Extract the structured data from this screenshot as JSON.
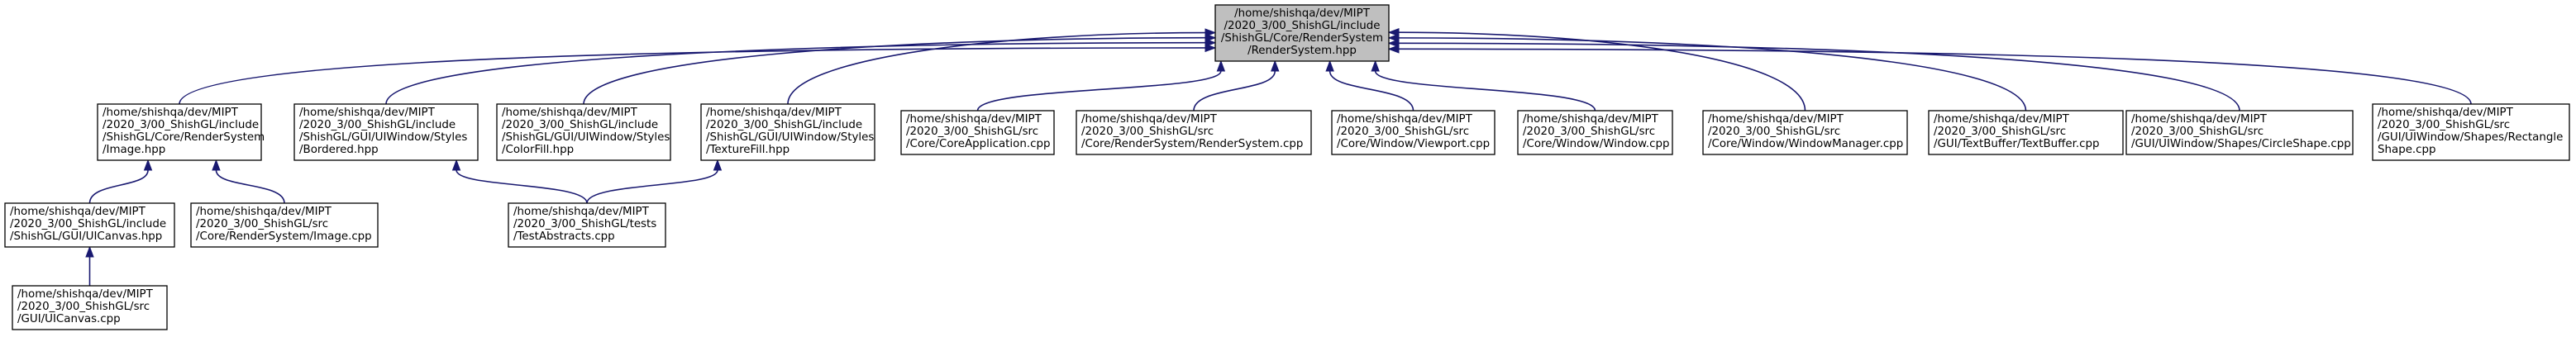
{
  "graph": {
    "edge_color": "#191970",
    "root_fill": "#bfbfbf",
    "node_fill": "#ffffff",
    "nodes": [
      {
        "id": "render_system_hpp",
        "root": true,
        "lines": [
          "/home/shishqa/dev/MIPT",
          "/2020_3/00_ShishGL/include",
          "/ShishGL/Core/RenderSystem",
          "/RenderSystem.hpp"
        ]
      },
      {
        "id": "image_hpp",
        "lines": [
          "/home/shishqa/dev/MIPT",
          "/2020_3/00_ShishGL/include",
          "/ShishGL/Core/RenderSystem",
          "/Image.hpp"
        ]
      },
      {
        "id": "bordered_hpp",
        "lines": [
          "/home/shishqa/dev/MIPT",
          "/2020_3/00_ShishGL/include",
          "/ShishGL/GUI/UIWindow/Styles",
          "/Bordered.hpp"
        ]
      },
      {
        "id": "colorfill_hpp",
        "lines": [
          "/home/shishqa/dev/MIPT",
          "/2020_3/00_ShishGL/include",
          "/ShishGL/GUI/UIWindow/Styles",
          "/ColorFill.hpp"
        ]
      },
      {
        "id": "texturefill_hpp",
        "lines": [
          "/home/shishqa/dev/MIPT",
          "/2020_3/00_ShishGL/include",
          "/ShishGL/GUI/UIWindow/Styles",
          "/TextureFill.hpp"
        ]
      },
      {
        "id": "coreapplication_cpp",
        "lines": [
          "/home/shishqa/dev/MIPT",
          "/2020_3/00_ShishGL/src",
          "/Core/CoreApplication.cpp"
        ]
      },
      {
        "id": "rendersystem_cpp",
        "lines": [
          "/home/shishqa/dev/MIPT",
          "/2020_3/00_ShishGL/src",
          "/Core/RenderSystem/RenderSystem.cpp"
        ]
      },
      {
        "id": "viewport_cpp",
        "lines": [
          "/home/shishqa/dev/MIPT",
          "/2020_3/00_ShishGL/src",
          "/Core/Window/Viewport.cpp"
        ]
      },
      {
        "id": "window_cpp",
        "lines": [
          "/home/shishqa/dev/MIPT",
          "/2020_3/00_ShishGL/src",
          "/Core/Window/Window.cpp"
        ]
      },
      {
        "id": "windowmanager_cpp",
        "lines": [
          "/home/shishqa/dev/MIPT",
          "/2020_3/00_ShishGL/src",
          "/Core/Window/WindowManager.cpp"
        ]
      },
      {
        "id": "textbuffer_cpp",
        "lines": [
          "/home/shishqa/dev/MIPT",
          "/2020_3/00_ShishGL/src",
          "/GUI/TextBuffer/TextBuffer.cpp"
        ]
      },
      {
        "id": "circleshape_cpp",
        "lines": [
          "/home/shishqa/dev/MIPT",
          "/2020_3/00_ShishGL/src",
          "/GUI/UIWindow/Shapes/CircleShape.cpp"
        ]
      },
      {
        "id": "rectangleshape_cpp",
        "lines": [
          "/home/shishqa/dev/MIPT",
          "/2020_3/00_ShishGL/src",
          "/GUI/UIWindow/Shapes/Rectangle",
          "Shape.cpp"
        ]
      },
      {
        "id": "uicanvas_hpp",
        "lines": [
          "/home/shishqa/dev/MIPT",
          "/2020_3/00_ShishGL/include",
          "/ShishGL/GUI/UICanvas.hpp"
        ]
      },
      {
        "id": "image_cpp",
        "lines": [
          "/home/shishqa/dev/MIPT",
          "/2020_3/00_ShishGL/src",
          "/Core/RenderSystem/Image.cpp"
        ]
      },
      {
        "id": "testabstracts_cpp",
        "lines": [
          "/home/shishqa/dev/MIPT",
          "/2020_3/00_ShishGL/tests",
          "/TestAbstracts.cpp"
        ]
      },
      {
        "id": "uicanvas_cpp",
        "lines": [
          "/home/shishqa/dev/MIPT",
          "/2020_3/00_ShishGL/src",
          "/GUI/UICanvas.cpp"
        ]
      }
    ],
    "edges": [
      {
        "from": "image_hpp",
        "to": "render_system_hpp"
      },
      {
        "from": "bordered_hpp",
        "to": "render_system_hpp"
      },
      {
        "from": "colorfill_hpp",
        "to": "render_system_hpp"
      },
      {
        "from": "texturefill_hpp",
        "to": "render_system_hpp"
      },
      {
        "from": "coreapplication_cpp",
        "to": "render_system_hpp"
      },
      {
        "from": "rendersystem_cpp",
        "to": "render_system_hpp"
      },
      {
        "from": "viewport_cpp",
        "to": "render_system_hpp"
      },
      {
        "from": "window_cpp",
        "to": "render_system_hpp"
      },
      {
        "from": "windowmanager_cpp",
        "to": "render_system_hpp"
      },
      {
        "from": "textbuffer_cpp",
        "to": "render_system_hpp"
      },
      {
        "from": "circleshape_cpp",
        "to": "render_system_hpp"
      },
      {
        "from": "rectangleshape_cpp",
        "to": "render_system_hpp"
      },
      {
        "from": "uicanvas_hpp",
        "to": "image_hpp"
      },
      {
        "from": "image_cpp",
        "to": "image_hpp"
      },
      {
        "from": "testabstracts_cpp",
        "to": "bordered_hpp"
      },
      {
        "from": "testabstracts_cpp",
        "to": "texturefill_hpp"
      },
      {
        "from": "uicanvas_cpp",
        "to": "uicanvas_hpp"
      }
    ]
  }
}
